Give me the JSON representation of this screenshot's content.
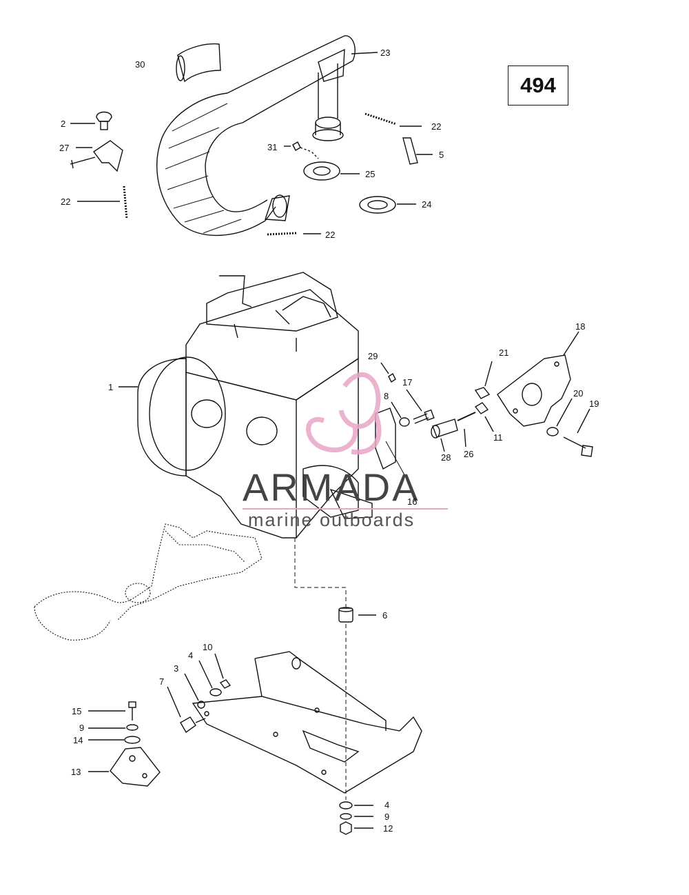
{
  "diagram_id": "494",
  "watermark": {
    "brand": "ARMADA",
    "tagline": "marine outboards"
  },
  "callouts": {
    "c30": "30",
    "c23": "23",
    "c2": "2",
    "c27": "27",
    "c22a": "22",
    "c22b": "22",
    "c22c": "22",
    "c31": "31",
    "c25": "25",
    "c5": "5",
    "c24": "24",
    "c1": "1",
    "c29": "29",
    "c17": "17",
    "c8": "8",
    "c21": "21",
    "c18": "18",
    "c20": "20",
    "c19": "19",
    "c11": "11",
    "c28": "28",
    "c26": "26",
    "c16": "16",
    "c6": "6",
    "c10": "10",
    "c4a": "4",
    "c3": "3",
    "c7": "7",
    "c15": "15",
    "c9a": "9",
    "c14": "14",
    "c13": "13",
    "c4b": "4",
    "c9b": "9",
    "c12": "12"
  },
  "colors": {
    "line": "#111111",
    "watermark_pink": "#e8a6c8",
    "watermark_text": "#444444"
  }
}
